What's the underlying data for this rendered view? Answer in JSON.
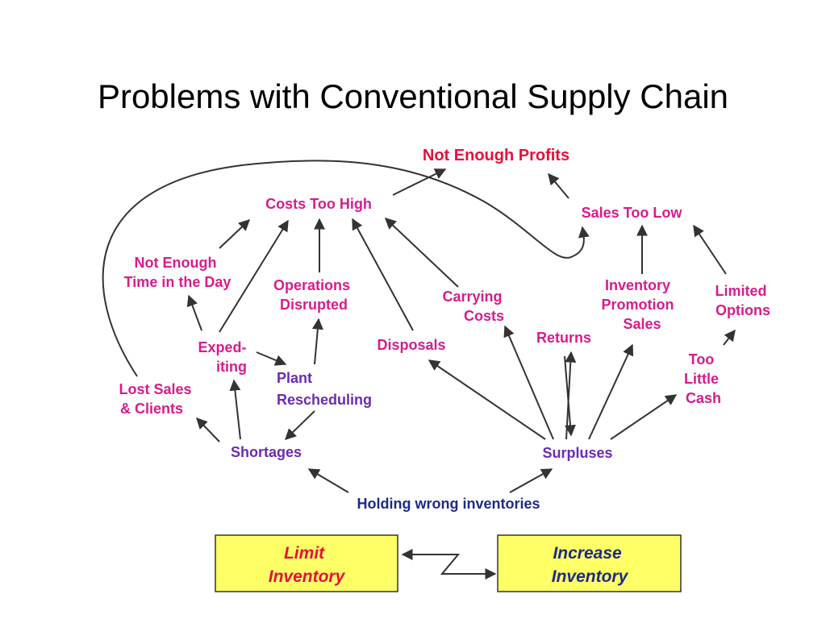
{
  "title": "Problems with Conventional Supply Chain",
  "nodes": {
    "not_enough_profits": "Not Enough Profits",
    "costs_too_high": "Costs Too High",
    "sales_too_low": "Sales Too Low",
    "not_enough_time": [
      "Not Enough",
      "Time in the Day"
    ],
    "operations_disrupted": [
      "Operations",
      "Disrupted"
    ],
    "carrying_costs": [
      "Carrying",
      "Costs"
    ],
    "inventory_promotion_sales": [
      "Inventory",
      "Promotion",
      "Sales"
    ],
    "limited_options": [
      "Limited",
      "Options"
    ],
    "expediting": [
      "Exped-",
      "iting"
    ],
    "disposals": "Disposals",
    "returns": "Returns",
    "too_little_cash": [
      "Too",
      "Little",
      "Cash"
    ],
    "lost_sales": [
      "Lost Sales",
      "& Clients"
    ],
    "plant_rescheduling": [
      "Plant",
      "Rescheduling"
    ],
    "shortages": "Shortages",
    "surpluses": "Surpluses",
    "holding_wrong": "Holding wrong inventories"
  },
  "boxes": {
    "limit": [
      "Limit",
      "Inventory"
    ],
    "increase": [
      "Increase",
      "Inventory"
    ]
  },
  "colors": {
    "red": "#e8103a",
    "magenta": "#d81b8c",
    "purple": "#6a2bb3",
    "navy": "#1d2a8a",
    "box_fill": "#ffff66",
    "arrow": "#333333"
  }
}
